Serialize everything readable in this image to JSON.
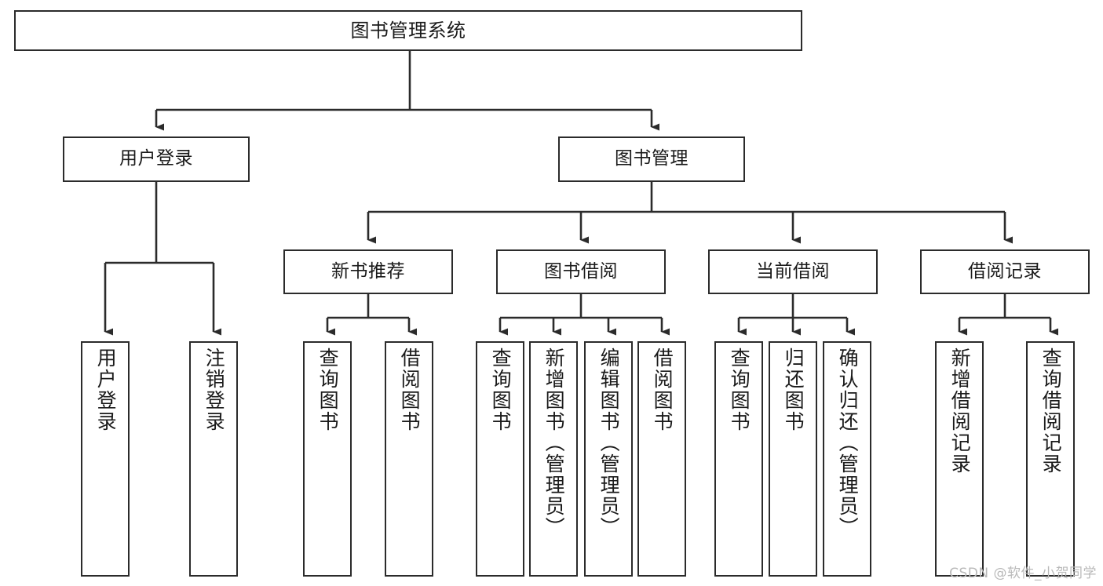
{
  "diagram": {
    "title": "图书管理系统",
    "type": "hierarchy-tree",
    "watermark": "CSDN @软件_小贺同学",
    "colors": {
      "stroke": "#2b2b2b",
      "fill": "#ffffff",
      "text": "#1a1a1a",
      "watermark": "#b9b9b9"
    },
    "nodes": {
      "root": {
        "label": "图书管理系统"
      },
      "level2": [
        {
          "id": "user-login",
          "label": "用户登录"
        },
        {
          "id": "book-management",
          "label": "图书管理"
        }
      ],
      "level3": [
        {
          "id": "new-book-recommend",
          "label": "新书推荐"
        },
        {
          "id": "book-borrow",
          "label": "图书借阅"
        },
        {
          "id": "current-borrow",
          "label": "当前借阅"
        },
        {
          "id": "borrow-record",
          "label": "借阅记录"
        }
      ],
      "leaves": {
        "user_login": [
          {
            "id": "leaf-user-login",
            "label": "用户登录"
          },
          {
            "id": "leaf-logout-login",
            "label": "注销登录"
          }
        ],
        "new_book_recommend": [
          {
            "id": "leaf-query-book-1",
            "label": "查询图书"
          },
          {
            "id": "leaf-borrow-book-1",
            "label": "借阅图书"
          }
        ],
        "book_borrow": [
          {
            "id": "leaf-query-book-2",
            "label": "查询图书"
          },
          {
            "id": "leaf-add-book",
            "label": "新增图书（管理员）"
          },
          {
            "id": "leaf-edit-book",
            "label": "编辑图书（管理员）"
          },
          {
            "id": "leaf-borrow-book-2",
            "label": "借阅图书"
          }
        ],
        "current_borrow": [
          {
            "id": "leaf-query-book-3",
            "label": "查询图书"
          },
          {
            "id": "leaf-return-book",
            "label": "归还图书"
          },
          {
            "id": "leaf-confirm-return",
            "label": "确认归还（管理员）"
          }
        ],
        "borrow_record": [
          {
            "id": "leaf-add-record",
            "label": "新增借阅记录"
          },
          {
            "id": "leaf-query-record",
            "label": "查询借阅记录"
          }
        ]
      }
    }
  }
}
